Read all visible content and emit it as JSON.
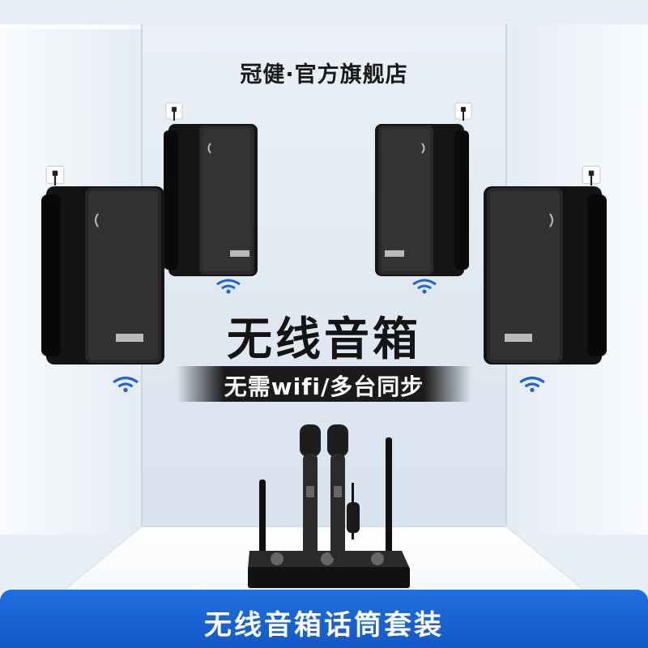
{
  "header": {
    "store_name": "冠健·官方旗舰店"
  },
  "hero": {
    "headline": "无线音箱",
    "tagline": "无需wifi/多台同步"
  },
  "footer": {
    "product_title": "无线音箱话筒套装"
  },
  "colors": {
    "footer_blue": "#1a63d6",
    "speaker_black": "#1c1c1c",
    "wifi_blue": "#1f63d8",
    "wall_light": "#eef3f8"
  },
  "icons": [
    "wifi-icon",
    "wall-socket-icon"
  ]
}
